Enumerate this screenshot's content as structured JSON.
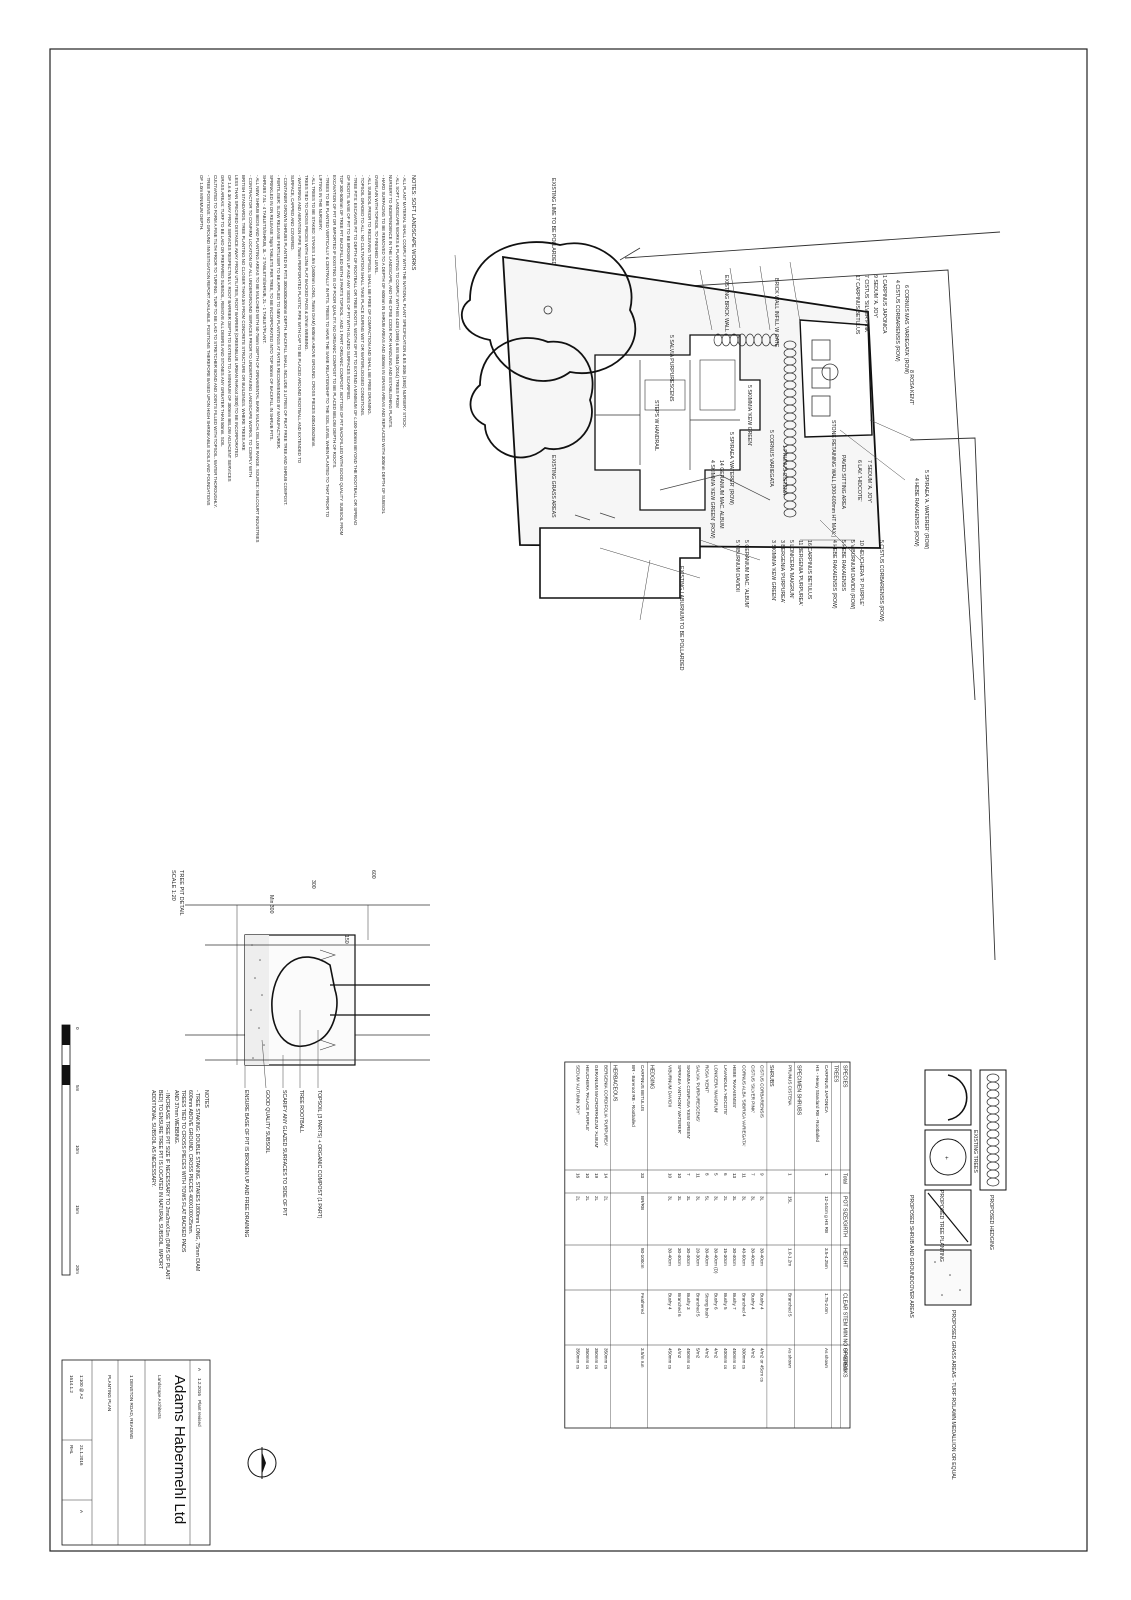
{
  "notes_title": "NOTES: SOFT LANDSCAPE WORKS",
  "notes": [
    "- ALL PLANT MATERIAL SHALL COMPLY WITH THE NATIONAL PLANT SPECIFICATION & BS 3936 (1992) NURSERY STOCK.",
    "- ALL SOFT LANDSCAPE WORKS & PLANTING TO COMPLY WITH BS 4428 (1989) & BS 8545 (2014) TREES FROM",
    "  NURSERY TO INDEPENDENCE IN THE LANDSCAPE, AND THE CPSE CODE FOR HANDLING AND ESTABLISHING PLANTS.",
    "- HARD SURFACING TO BE REMOVED TO A DEPTH OF 600mm IN SHRUB AREAS AND 450mm IN GRASS AREAS AND REPLACED WITH 300mm DEPTH OF SUBSOIL",
    "  OVERLAIN WITH TOPSOIL TO FINISHED LEVEL.",
    "- ALL SUBSOIL PRIOR TO RECEIVING TOPSOIL SHALL BE FREE OF COMPACTION AND SHALL BE FREE DRAINING.",
    "- TOPSOIL GRADED TO ALL: NO CULTIVATION SHALL TAKE PLACE DURING WET OR WATERLOGGED CONDITIONS.",
    "- TREE PITS: EXCAVATE PIT TO DEPTH OF ROOTBALL OR TREE ROOTS. WIDTH OF PIT TO EXTEND A MINIMUM OF c.100-150mm BEYOND THE ROOTBALL OR SPREAD",
    "  OF ROOTS. BASE OF PIT TO BE BROKEN UP AND ANY SIDES OF PIT WITH GLAZED SURFACES SCARIFIED.",
    "  TOP 300-500mm OF TREE PIT BACKFILLED WITH 3 PARTS TOPSOIL : AND 1 PART ORGANIC COMPOST. BOTTOM OF PIT BACKFILLED WITH GOOD QUALITY SUBSOIL FROM",
    "  EXCAVATION OF PIT OR IMPORTED IF EXISTING IS OF POOR QUALITY. NO ORGANIC COMPOST TO BE PLACED BELOW DEPTH OF ROOTS.",
    "- TREES TO BE PLANTED VERTICALLY & CENTRALLY IN PITS. TREES TO HAVE THE SAME RELATIONSHIP TO THE SOIL LEVEL WHEN PLANTED TO THAT PRIOR TO",
    "  LIFTING IN THE NURSERY.",
    "- ALL TREES TO BE STAKED: STAKES 1.8m (1600mm LONG, 75mm DIAM) 600mm ABOVE GROUND. CROSS PIECES 400x100x25mm.",
    "  TREES TIED TO CROSS PIECES WITH 12No FLAT BACKED PADS & 37mm WEBBING.",
    "- WATERING AND AERATION PIPE 75mm PERFORATED PLASTIC PIPE WITH CAP TO BE PLACED AROUND ROOTBALL AND EXTENDED TO",
    "  SURFACE, CAPPED AND COVERED.",
    "- CONTAINER GROWN SHRUBS PLANTED IN PITS 300x300x300mm DEPTH. BACKFILL SHALL INCLUDE 3 LITRES OF PEAT FREE TREE AND SHRUB COMPOST.",
    "- FERTILISER: SLOW RELEASE FERTILISER TO BE APPLIED TO NEW PLANTINGS AT RATES RECOMMENDED BY MANUFACTURER.",
    "  SPRINKLED IN ON RELEASE 75gm TABLETS PER TREE, TO BE INCORPORATED INTO TOP 50mm OF BACKFILL IN SHRUB PITS.",
    "  SHRUBS 7.5L - 4 TABLETS/SHRUB, 3L - 2 TABLETS/SHRUB, 2L - 1 TABLET/PLANT.",
    "- ALL NEW SHRUB BEDS AND PLANTING AREAS TO BE MULCHED WITH 50-75mm DEPTH OF ORNAMENTAL BARK MULCH. DELUXE RANGE. SOURCE: MELCOURT INDUSTRIES",
    "- CONTRACTOR TO CONFIRM LOCATION OF ALL UNDERGROUND SERVICES PRIOR TO UNDERTAKING LANDSCAPE WORKS. TO COMPLY WITH",
    "  BRITISH STANDARDS. TREE PLANTING NO CLOSER THAN 3m FROM CONCRETE STRUCTURE OR BUILDINGS. WHERE TREES ARE",
    "  LESS THAN SPECIFIED DISTANCE AWAY FROM UTILITIES, ROOT BARRIER (GREENBLUE URBAN ReRoot 2000) TO BE INCORPORATED.",
    "  OF 1.6 & 3m AWAY FROM SERVICES RESPECTIVELY. ROOT BARRIER DEPTH TO EXTEND TO A MINIMUM OF 300mm BELOW ADJACENT SERVICES",
    "  GRASS AREAS: TURF TO BE LAID ON PREPARED SUBSOIL, REMOVE ALL DEBRIS AND STONES ANY GREATER THAN 50mm. SOIL",
    "  CULTIVATED TO FORM A FINE TILTH PRIOR TO TURFING. TURF TO BE LAID TO STRETCHER BOND AND JOINTS FILLED WITH TOPSOIL. WATER THOROUGHLY.",
    "- TREE POSITIONS: NO GROUND INVESTIGATION REPORT AVAILABLE. POSITIONS THEREFORE BASED UPON HIGH SHRINKABLE SOILS AND FOUNDATIONS",
    "  OF 1.0m MINIMUM DEPTH."
  ],
  "plan_labels": {
    "poplars": "EXISTING LIME TO BE POLLARDED",
    "laburnum": "EXISTING LABURNUM TO BE POLLARDED",
    "grass": "EXISTING GRASS AREAS",
    "gate": "BRICK WALL INFILL W GATE",
    "wall": "EXISTING BRICK WALL",
    "steps": "STEPS W HANDRAIL",
    "stone_wall": "STONE RETAINING WALL (300-600mm HT MAX.)",
    "seating": "PAVED SITTING AREA",
    "rosa": "8 ROSA KENT'",
    "cornus_top": "6 CORNUS MAS 'VARIEGATA' (ROW)",
    "cistus_top": "4 CISTUS CORBARIENSIS (ROW)",
    "carpinus_j": "1 CARPINUS JAPONICA",
    "sedum_top": "9 SEDUM 'A. JOY'",
    "cistus_silver": "7 CISTUS 'SILVER PINK'",
    "carpinus_b1": "17 CARPINUS BETULUS",
    "sk_kew": "14 GERANIUM MAC. ALBUM",
    "sk_rubella": "4 SKIMMIA 'KEW GREEN' (ROW)",
    "salvia": "5 SALVIA PURPURESCENS",
    "skimmia_ctr": "5 SKIMMIA 'KEW GREEN'",
    "cornus_var": "5 CORNUS VARIEGATA",
    "spiraea_ctr": "5 SPIRAEA 'WATERER' (ROW)",
    "prunus": "1 PRUNUS CISTENA",
    "lav": "6 LAV. 'HIDCOTE'",
    "sedum_r": "7 SEDUM 'A. JOY'",
    "spiraea_r": "5 SPIRAEA 'A. WATERER' (ROW)",
    "hebe_r1": "4 HEBE RAKAIENSIS (ROW)",
    "cistus_corb": "5 CISTUS CORBARIENSIS (ROW)",
    "heuchera": "10 HEUCHERA 'P. PURPLE'",
    "viburnum_r": "5 VIBURNUM DAVIDII (ROW)",
    "hebe_r2": "5 HEBE RAKAIENSIS",
    "hebe_r3": "4 HEBE RAKAIENSIS (ROW)",
    "carpinus_b2": "16 CARPINUS BETULUS",
    "bergenia": "11 BERGENIA 'PURPUREA'",
    "lonicera": "5 LONICERA 'MAIGRUN'",
    "bergenia2": "3 BERGENIA 'PURPUREA'",
    "skimmia_b": "3 SKIMMIA 'KEW GREEN'",
    "geranium_b": "5 GERANIUM MAC. 'ALBUM'",
    "viburnum_b": "5 VIBURNUM DAVIDII"
  },
  "tree_pit": {
    "title": "TREE PIT DETAIL",
    "scale": "SCALE 1:20",
    "dim_600": "600",
    "dim_300": "300",
    "dim_min300": "Min 300",
    "dim_150": "150",
    "topsoil": "TOPSOIL (3 PARTS) + ORGANIC COMPOST (1 PART)",
    "rootball": "TREE ROOTBALL",
    "scarify": "SCARIFY ANY GLAZED SURFACES TO SIDE OF PIT",
    "subsoil": "GOOD QUALITY SUBSOIL",
    "base": "ENSURE BASE OF PIT IS BROKEN UP AND FREE DRAINING",
    "notes_title": "NOTES",
    "notes": [
      "- TREE STAKING: DOUBLE STAKING. STAKES 1800mm LONG, 75mm DIAM",
      "  600mm ABOVE GROUND. CROSS PIECES 400X100X25mm.",
      "  TREES TIED TO CROSS PIECES WITH TOWS FLAT BACKED PADS",
      "  AND 37mm WEBBING.",
      "- INCREASE TREE PIT SIZE IF NECESSARY TO 2mx2mxX1m (DIMS OF PLANT",
      "  BED) TO ENSURE TREE PIT IS LOCATED IN NATURAL SUBSOIL. IMPORT",
      "  ADDITIONAL SUBSOIL AS NECESSARY."
    ]
  },
  "legend": {
    "existing_trees": "EXISTING TREES",
    "proposed_tree": "PROPOSED TREE PLANTING",
    "proposed_shrub": "PROPOSED SHRUB AND GROUNDCOVER AREAS",
    "proposed_hedging": "PROPOSED HEDGING",
    "proposed_grass": "PROPOSED GRASS AREAS - TURF ROLAWN MEDALLION OR EQUAL"
  },
  "schedule": {
    "headers": [
      "SPECIES",
      "Total",
      "POT SIZE/GIRTH",
      "HEIGHT",
      "CLEAR STEM MIN NO OF BREAKS",
      "SPACING"
    ],
    "sections": [
      {
        "name": "TREES",
        "rows": [
          [
            "CARPINUS JAPONICA",
            "1",
            "12-14cm g HS RB",
            "3.5-4.25m",
            "1.75-2.0m",
            "As shown"
          ],
          [
            "HS - Heavy Standard   RB - Rootballed",
            "",
            "",
            "",
            "",
            ""
          ]
        ]
      },
      {
        "name": "SPECIMEN SHRUBS",
        "rows": [
          [
            "PRUNUS CISTENA",
            "1",
            "15L",
            "1.0-1.2m",
            "Branched 5",
            "As shown"
          ]
        ]
      },
      {
        "name": "SHRUBS",
        "rows": [
          [
            "CISTUS CORBARIENSIS",
            "9",
            "3L",
            "30-40cm",
            "Bushy 4",
            "4/m2 or 45cm cs"
          ],
          [
            "CISTUS 'SILVER PINK'",
            "7",
            "3L",
            "30-40cm",
            "Bushy 4",
            "4/m2"
          ],
          [
            "CORNUS ALBA 'SIBIRICA VARIEGATA'",
            "11",
            "3L",
            "40-60cm",
            "Branched 4",
            "300mm cs"
          ],
          [
            "HEBE 'RAKAIENSIS'",
            "13",
            "3L",
            "30-40cm",
            "Bushy 7",
            "450mm cs"
          ],
          [
            "LAVANDULA 'HIDCOTE'",
            "6",
            "2L",
            "15-30cm",
            "Bushy 5",
            "400mm cs"
          ],
          [
            "LONICERA 'MAIGRUN'",
            "5",
            "3L",
            "30-40cm (D)",
            "Bushy 6",
            "4/m2"
          ],
          [
            "ROSA 'KENT'",
            "8",
            "5L",
            "30-40cm",
            "Strong bush",
            "4/m2"
          ],
          [
            "SALVIA 'PURPURESCENS'",
            "11",
            "3L",
            "20-30cm",
            "Branched 5",
            "5/m2"
          ],
          [
            "SKIMMIA CONFUSA 'KEW GREEN'",
            "7",
            "3L",
            "30-40cm",
            "Bushy 3",
            "450mm cs"
          ],
          [
            "SPIRAEA 'ANTHONY WATERER'",
            "10",
            "3L",
            "30-40cm",
            "Branched 6",
            "4/m2"
          ],
          [
            "VIBURNUM DAVIDII",
            "10",
            "3L",
            "30-40cm",
            "Bushy 4",
            "450mm cs"
          ]
        ]
      },
      {
        "name": "HEDGING",
        "rows": [
          [
            "CARPINUS BETULUS",
            "33",
            "BR/RB",
            "80-100cm",
            "Feathered",
            "3.5/m run"
          ],
          [
            "BR - Bareroot   RB - Rootballed",
            "",
            "",
            "",
            "",
            ""
          ]
        ]
      },
      {
        "name": "HERBACEOUS",
        "rows": [
          [
            "BERGENIA CORDIFOLIA 'PURPUREA'",
            "14",
            "2L",
            "",
            "",
            "350mm cs"
          ],
          [
            "GERANIUM MACRORRHIZUM 'ALBUM'",
            "19",
            "2L",
            "",
            "",
            "350mm cs"
          ],
          [
            "HEUCHERA 'PALACE PURPLE'",
            "10",
            "2L",
            "",
            "",
            "350mm cs"
          ],
          [
            "SEDUM 'AUTUMN JOY'",
            "16",
            "2L",
            "",
            "",
            "350mm cs"
          ]
        ]
      }
    ]
  },
  "scalebar": [
    "0",
    "5m",
    "10m",
    "15m",
    "20m"
  ],
  "title_block": {
    "company": "Adams Habermehl Ltd",
    "sub": "Landscape Architects",
    "project": "1 DENSTON ROAD, READING",
    "drawing": "PLANTING PLAN",
    "rev_a": "A",
    "rev_date": "1.2.2016",
    "rev_desc": "Plant revised",
    "scale": "1:100 @ A2",
    "date": "21.1.2016",
    "dwg_no": "1614.1.2",
    "drawn": "RHL",
    "rev": "A"
  }
}
